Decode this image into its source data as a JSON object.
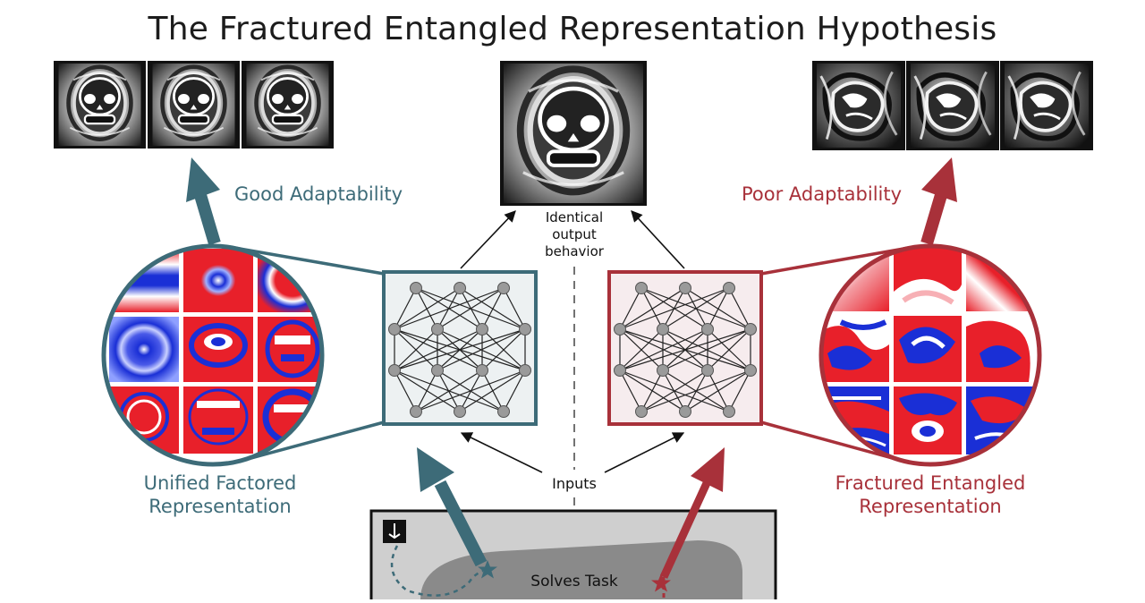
{
  "title": "The Fractured Entangled Representation Hypothesis",
  "labels": {
    "good_adaptability": "Good Adaptability",
    "poor_adaptability": "Poor Adaptability",
    "identical_output_line1": "Identical",
    "identical_output_line2": "output",
    "identical_output_line3": "behavior",
    "inputs": "Inputs",
    "unified_line1": "Unified Factored",
    "unified_line2": "Representation",
    "fractured_line1": "Fractured Entangled",
    "fractured_line2": "Representation",
    "solves_task": "Solves Task"
  },
  "colors": {
    "teal": "#3d6b78",
    "red": "#a8313a",
    "heatmap_red": "#e8202a",
    "heatmap_blue": "#1a2fd6",
    "panel_gray": "#cfcfcf",
    "node_gray": "#9a9a9a"
  },
  "icons": [
    "start-icon",
    "star-teal-icon",
    "star-red-icon"
  ]
}
